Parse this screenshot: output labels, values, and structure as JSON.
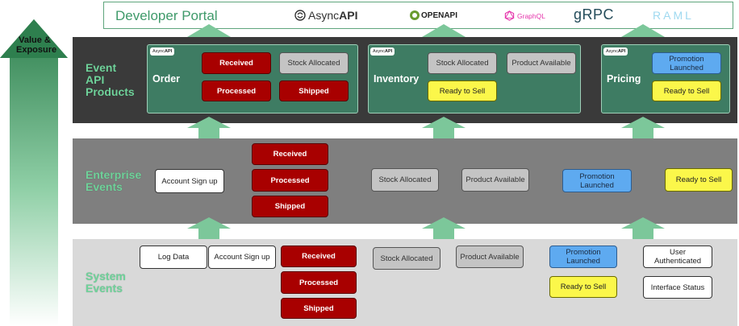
{
  "side_arrow": {
    "label_line1": "Value &",
    "label_line2": "Exposure"
  },
  "portal": {
    "title": "Developer Portal",
    "logos": {
      "asyncapi_prefix": "Async",
      "asyncapi_suffix": "API",
      "openapi": "OPENAPI",
      "graphql": "GraphQL",
      "grpc": "gRPC",
      "raml": "RAML"
    }
  },
  "layers": {
    "products": {
      "label_line1": "Event",
      "label_line2": "API",
      "label_line3": "Products"
    },
    "enterprise": {
      "label_line1": "Enterprise",
      "label_line2": "Events"
    },
    "system": {
      "label_line1": "System",
      "label_line2": "Events"
    }
  },
  "products": {
    "badge_prefix": "Async",
    "badge_suffix": "API",
    "order": {
      "name": "Order",
      "events": [
        "Received",
        "Stock Allocated",
        "Processed",
        "Shipped"
      ]
    },
    "inventory": {
      "name": "Inventory",
      "events": [
        "Stock Allocated",
        "Product Available",
        "Ready to Sell"
      ]
    },
    "pricing": {
      "name": "Pricing",
      "events": [
        "Promotion Launched",
        "Ready to Sell"
      ]
    }
  },
  "enterprise_events": {
    "account_signup": "Account Sign up",
    "received": "Received",
    "processed": "Processed",
    "shipped": "Shipped",
    "stock_allocated": "Stock Allocated",
    "product_available": "Product Available",
    "promotion_launched": "Promotion Launched",
    "ready_to_sell": "Ready to Sell"
  },
  "system_events": {
    "log_data": "Log Data",
    "account_signup": "Account Sign up",
    "received": "Received",
    "processed": "Processed",
    "shipped": "Shipped",
    "stock_allocated": "Stock Allocated",
    "product_available": "Product Available",
    "promotion_launched": "Promotion Launched",
    "ready_to_sell": "Ready to Sell",
    "user_authenticated": "User Authenticated",
    "interface_status": "Interface Status"
  },
  "colors": {
    "red_event": "#a80000",
    "grey_event": "#c4c4c4",
    "blue_event": "#5eaaf0",
    "yellow_event": "#fbf74a",
    "panel_green": "#3e7c63",
    "arrow_green": "#7cc79a",
    "products_band": "#3a3a3a",
    "enterprise_band": "#7f7f7f",
    "system_band": "#d9d9d9"
  }
}
